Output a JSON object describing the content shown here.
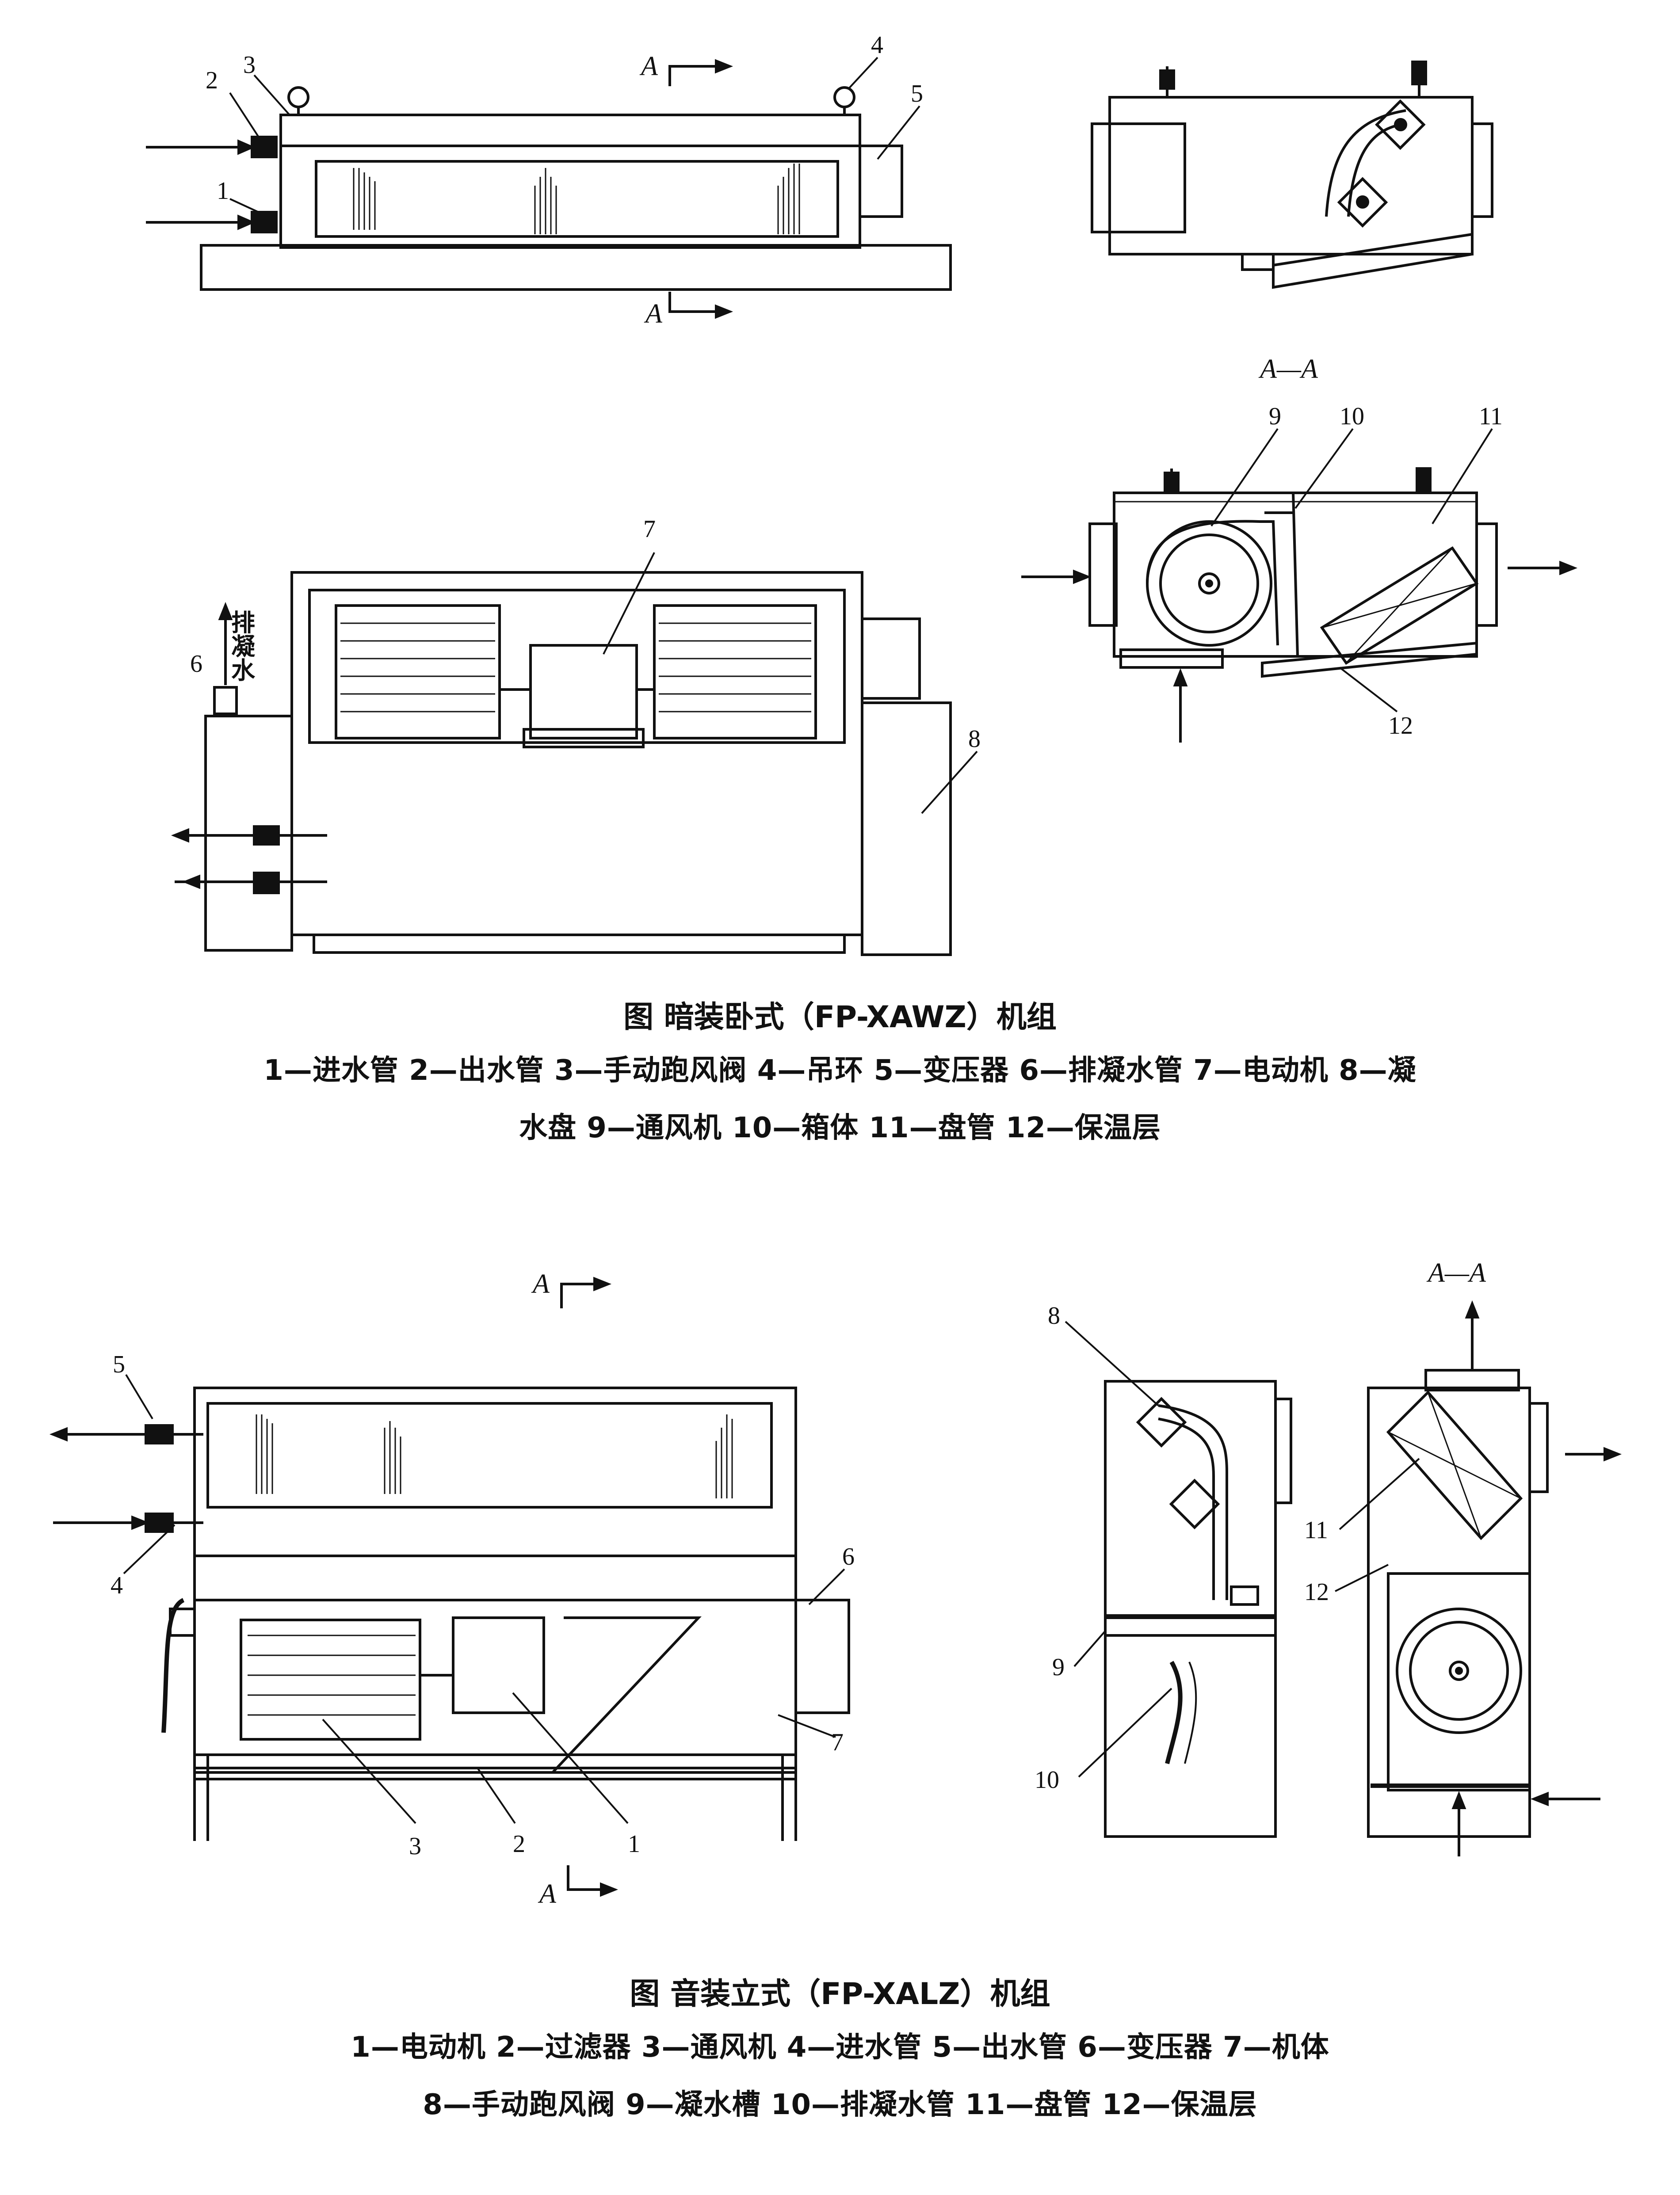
{
  "figure1": {
    "title": "图  暗装卧式（FP-XAWZ）机组",
    "legend_line1": "1—进水管   2—出水管   3—手动跑风阀   4—吊环   5—变压器   6—排凝水管   7—电动机   8—凝",
    "legend_line2": "水盘   9—通风机   10—箱体   11—盘管   12—保温层",
    "section_label": "A—A",
    "cut_label": "A",
    "vertical_note": "排凝水",
    "numbers": [
      "1",
      "2",
      "3",
      "4",
      "5",
      "6",
      "7",
      "8",
      "9",
      "10",
      "11",
      "12"
    ]
  },
  "figure2": {
    "title": "图  音装立式（FP-XALZ）机组",
    "legend_line1": "1—电动机   2—过滤器   3—通风机   4—进水管   5—出水管   6—变压器   7—机体",
    "legend_line2": "8—手动跑风阀   9—凝水槽   10—排凝水管   11—盘管   12—保温层",
    "section_label": "A—A",
    "cut_label": "A",
    "numbers": [
      "1",
      "2",
      "3",
      "4",
      "5",
      "6",
      "7",
      "8",
      "9",
      "10",
      "11",
      "12"
    ]
  }
}
